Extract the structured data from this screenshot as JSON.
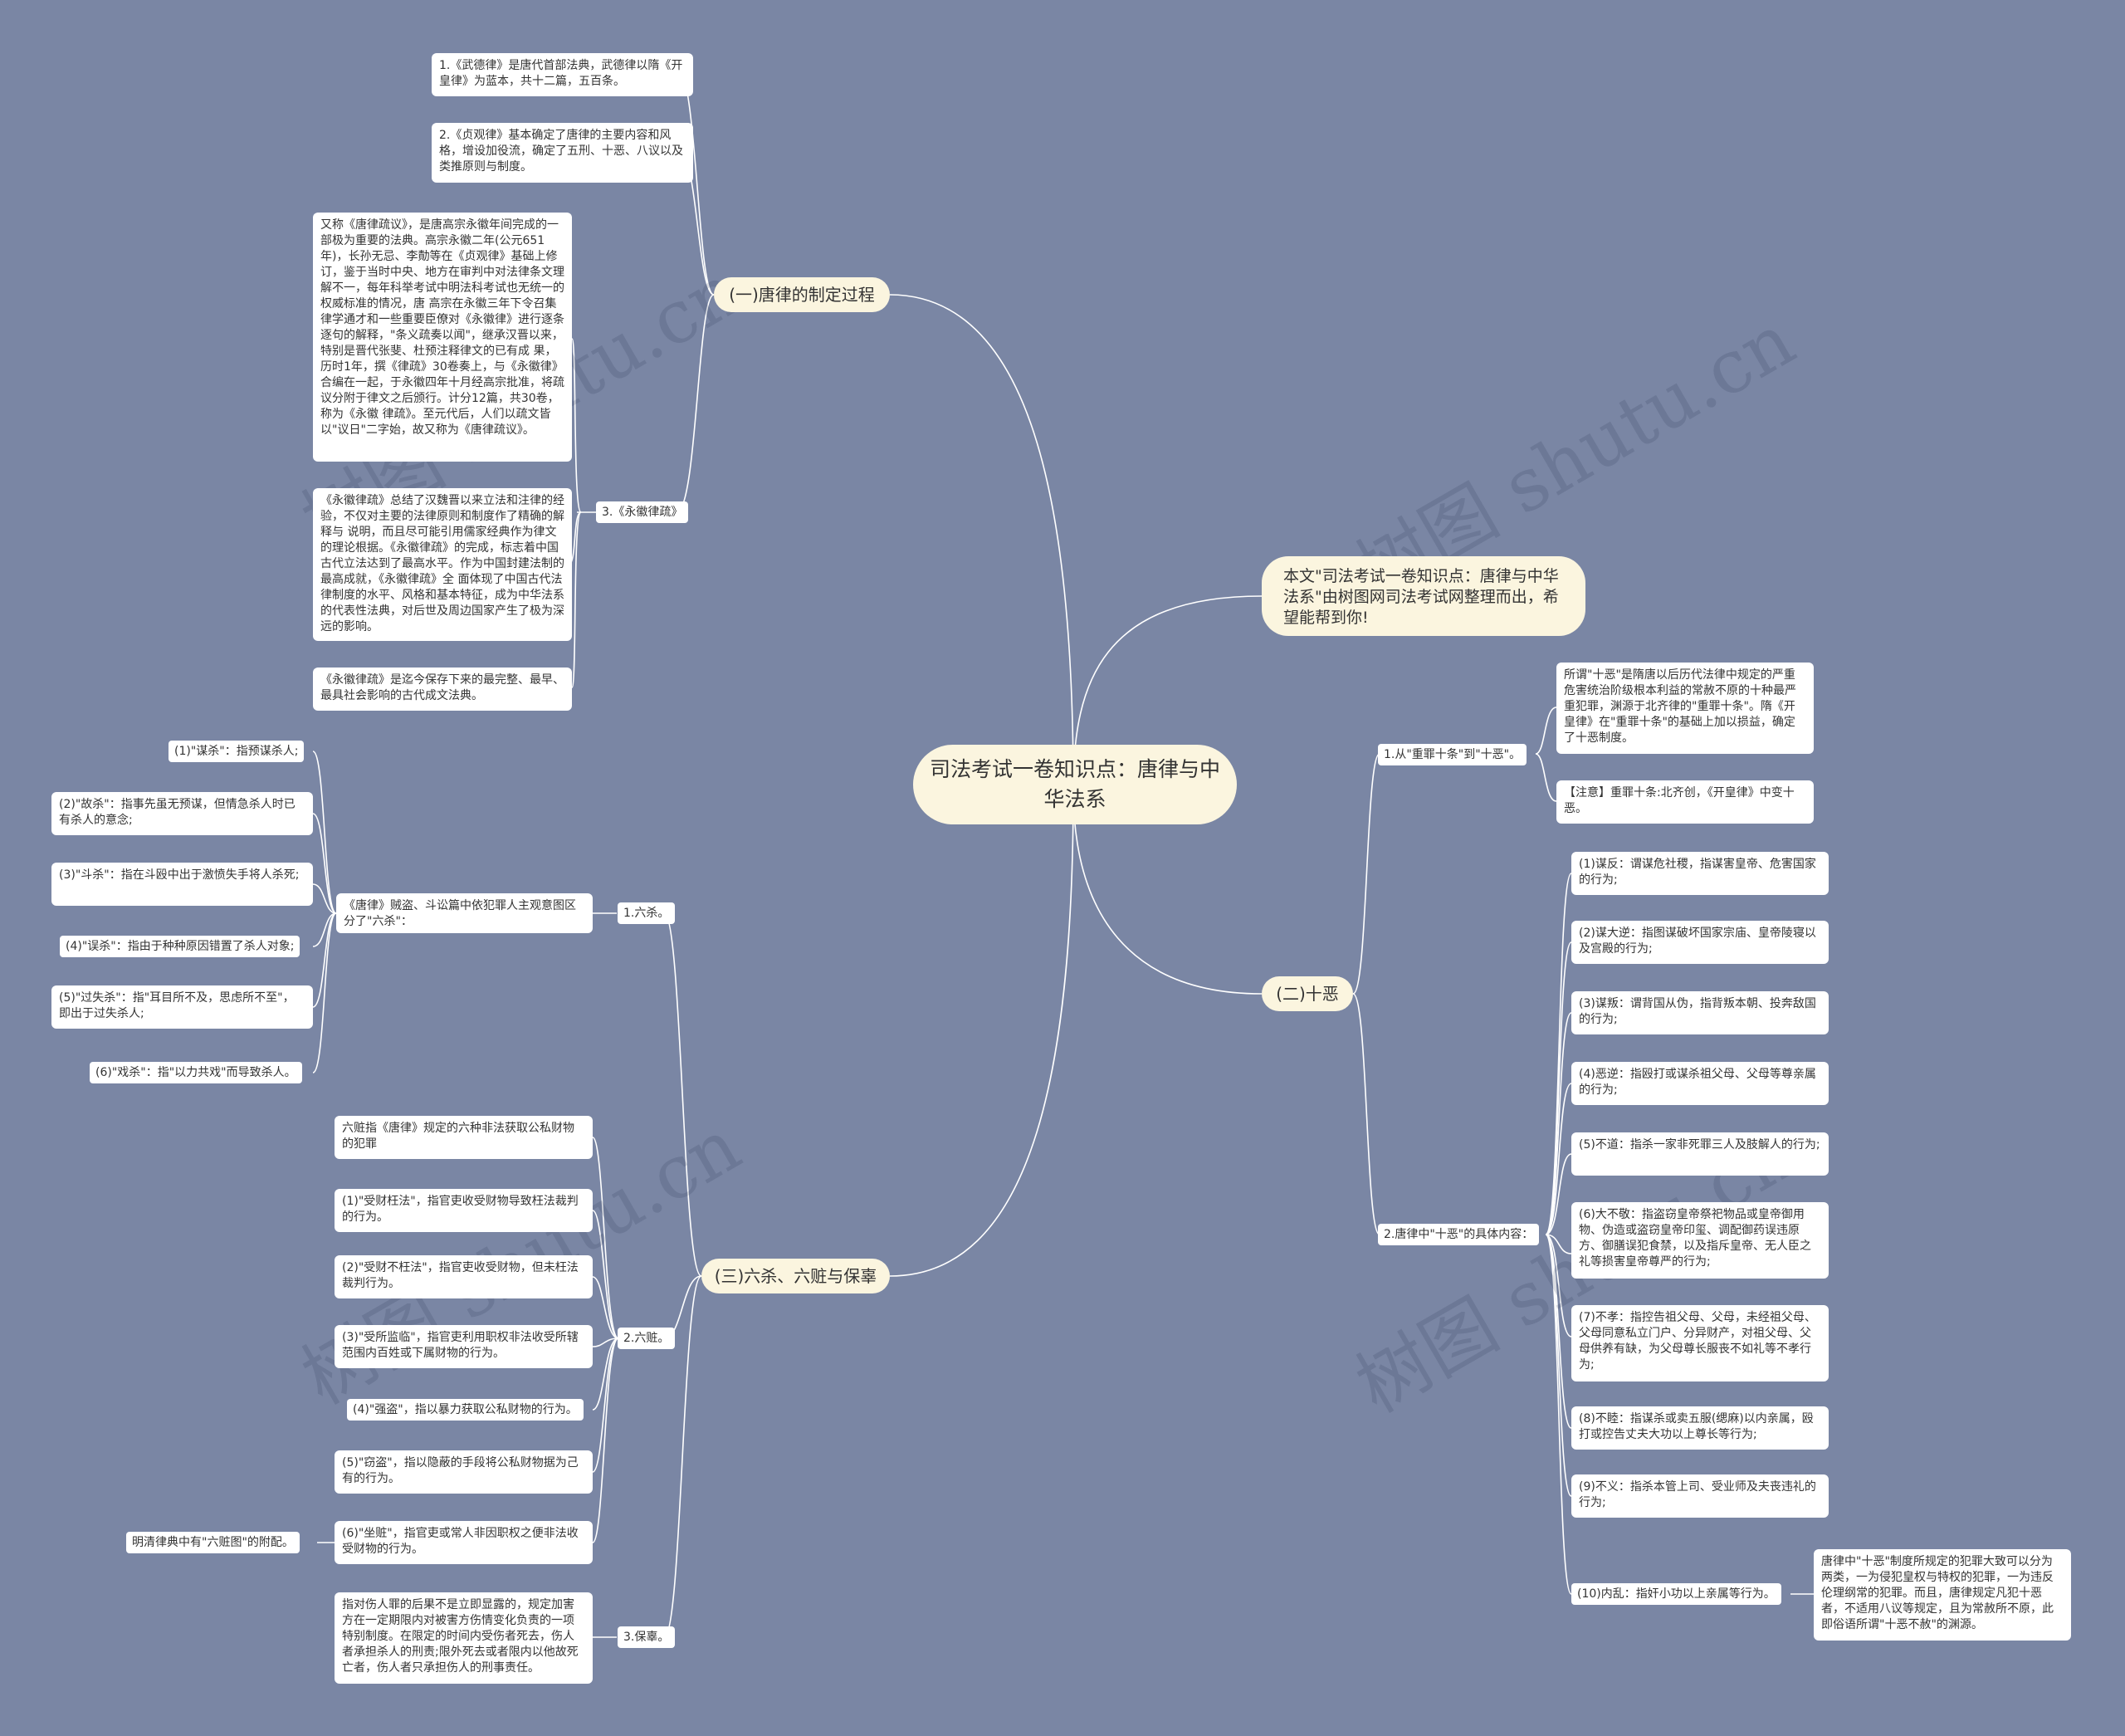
{
  "root": {
    "title": "司法考试一卷知识点：唐律与中华法系"
  },
  "intro": {
    "text": "本文\"司法考试一卷知识点：唐律与中华法系\"由树图网司法考试网整理而出，希望能帮到你!"
  },
  "watermark": {
    "text": "树图 shutu.cn"
  },
  "b1": {
    "title": "(一)唐律的制定过程",
    "item1": "1.《武德律》是唐代首部法典，武德律以隋《开皇律》为蓝本，共十二篇，五百条。",
    "item2": "2.《贞观律》基本确定了唐律的主要内容和风格，增设加役流，确定了五刑、十恶、八议以及类推原则与制度。",
    "item3": {
      "label": "3.《永徽律疏》",
      "c1": "又称《唐律疏议》，是唐高宗永徽年间完成的一部极为重要的法典。高宗永徽二年(公元651 年)，长孙无忌、李勣等在《贞观律》基础上修订，鉴于当时中央、地方在审判中对法律条文理解不一，每年科举考试中明法科考试也无统一的权威标准的情况，唐 高宗在永徽三年下令召集律学通才和一些重要臣僚对《永徽律》进行逐条逐句的解释，\"条义疏奏以闻\"，继承汉晋以来，特别是晋代张斐、杜预注释律文的已有成 果，历时1年，撰《律疏》30卷奏上，与《永徽律》合编在一起，于永徽四年十月经高宗批准，将疏议分附于律文之后颁行。计分12篇，共30卷，称为《永徽 律疏》。至元代后，人们以疏文皆以\"议日\"二字始，故又称为《唐律疏议》。",
      "c2": "《永徽律疏》总结了汉魏晋以来立法和注律的经验，不仅对主要的法律原则和制度作了精确的解释与 说明，而且尽可能引用儒家经典作为律文的理论根据。《永徽律疏》的完成，标志着中国古代立法达到了最高水平。作为中国封建法制的最高成就，《永徽律疏》全 面体现了中国古代法律制度的水平、风格和基本特征，成为中华法系的代表性法典，对后世及周边国家产生了极为深远的影响。",
      "c3": "《永徽律疏》是迄今保存下来的最完整、最早、最具社会影响的古代成文法典。"
    }
  },
  "b2": {
    "title": "(二)十恶",
    "sub1": {
      "label": "1.从\"重罪十条\"到\"十恶\"。",
      "c1": "所谓\"十恶\"是隋唐以后历代法律中规定的严重危害统治阶级根本利益的常赦不原的十种最严重犯罪，渊源于北齐律的\"重罪十条\"。隋《开皇律》在\"重罪十条\"的基础上加以损益，确定了十恶制度。",
      "c2": "【注意】重罪十条:北齐创，《开皇律》中变十恶。"
    },
    "sub2": {
      "label": "2.唐律中\"十恶\"的具体内容：",
      "c1": "(1)谋反：谓谋危社稷，指谋害皇帝、危害国家的行为;",
      "c2": "(2)谋大逆：指图谋破坏国家宗庙、皇帝陵寝以及宫殿的行为;",
      "c3": "(3)谋叛：谓背国从伪，指背叛本朝、投奔敌国的行为;",
      "c4": "(4)恶逆：指殴打或谋杀祖父母、父母等尊亲属的行为;",
      "c5": "(5)不道：指杀一家非死罪三人及肢解人的行为;",
      "c6": "(6)大不敬：指盗窃皇帝祭祀物品或皇帝御用物、伪造或盗窃皇帝印玺、调配御药误违原方、御膳误犯食禁，以及指斥皇帝、无人臣之礼等损害皇帝尊严的行为;",
      "c7": "(7)不孝：指控告祖父母、父母，未经祖父母、父母同意私立门户、分异财产，对祖父母、父母供养有缺，为父母尊长服丧不如礼等不孝行为;",
      "c8": "(8)不睦：指谋杀或卖五服(缌麻)以内亲属，殴打或控告丈夫大功以上尊长等行为;",
      "c9": "(9)不义：指杀本管上司、受业师及夫丧违礼的行为;",
      "c10": "(10)内乱：指奸小功以上亲属等行为。",
      "note": "唐律中\"十恶\"制度所规定的犯罪大致可以分为两类，一为侵犯皇权与特权的犯罪，一为违反伦理纲常的犯罪。而且，唐律规定凡犯十恶者，不适用八议等规定，且为常赦所不原，此即俗语所谓\"十恶不赦\"的渊源。"
    }
  },
  "b3": {
    "title": "(三)六杀、六赃与保辜",
    "sha": {
      "label": "1.六杀。",
      "desc": "《唐律》贼盗、斗讼篇中依犯罪人主观意图区分了\"六杀\"：",
      "c1": "(1)\"谋杀\"：指预谋杀人;",
      "c2": "(2)\"故杀\"：指事先虽无预谋，但情急杀人时已有杀人的意念;",
      "c3": "(3)\"斗杀\"：指在斗殴中出于激愤失手将人杀死;",
      "c4": "(4)\"误杀\"：指由于种种原因错置了杀人对象;",
      "c5": "(5)\"过失杀\"：指\"耳目所不及，思虑所不至\"，即出于过失杀人;",
      "c6": "(6)\"戏杀\"：指\"以力共戏\"而导致杀人。"
    },
    "zang": {
      "label": "2.六赃。",
      "c0": "六赃指《唐律》规定的六种非法获取公私财物的犯罪",
      "c1": "(1)\"受财枉法\"，指官吏收受财物导致枉法裁判的行为。",
      "c2": "(2)\"受财不枉法\"，指官吏收受财物，但未枉法裁判行为。",
      "c3": "(3)\"受所监临\"，指官吏利用职权非法收受所辖范围内百姓或下属财物的行为。",
      "c4": "(4)\"强盗\"，指以暴力获取公私财物的行为。",
      "c5": "(5)\"窃盗\"，指以隐蔽的手段将公私财物据为己有的行为。",
      "c6": "(6)\"坐赃\"，指官吏或常人非因职权之便非法收受财物的行为。",
      "note": "明清律典中有\"六赃图\"的附配。"
    },
    "baogu": {
      "label": "3.保辜。",
      "desc": "指对伤人罪的后果不是立即显露的，规定加害方在一定期限内对被害方伤情变化负责的一项特别制度。在限定的时间内受伤者死去，伤人者承担杀人的刑责;限外死去或者限内以他故死亡者，伤人者只承担伤人的刑事责任。"
    }
  }
}
